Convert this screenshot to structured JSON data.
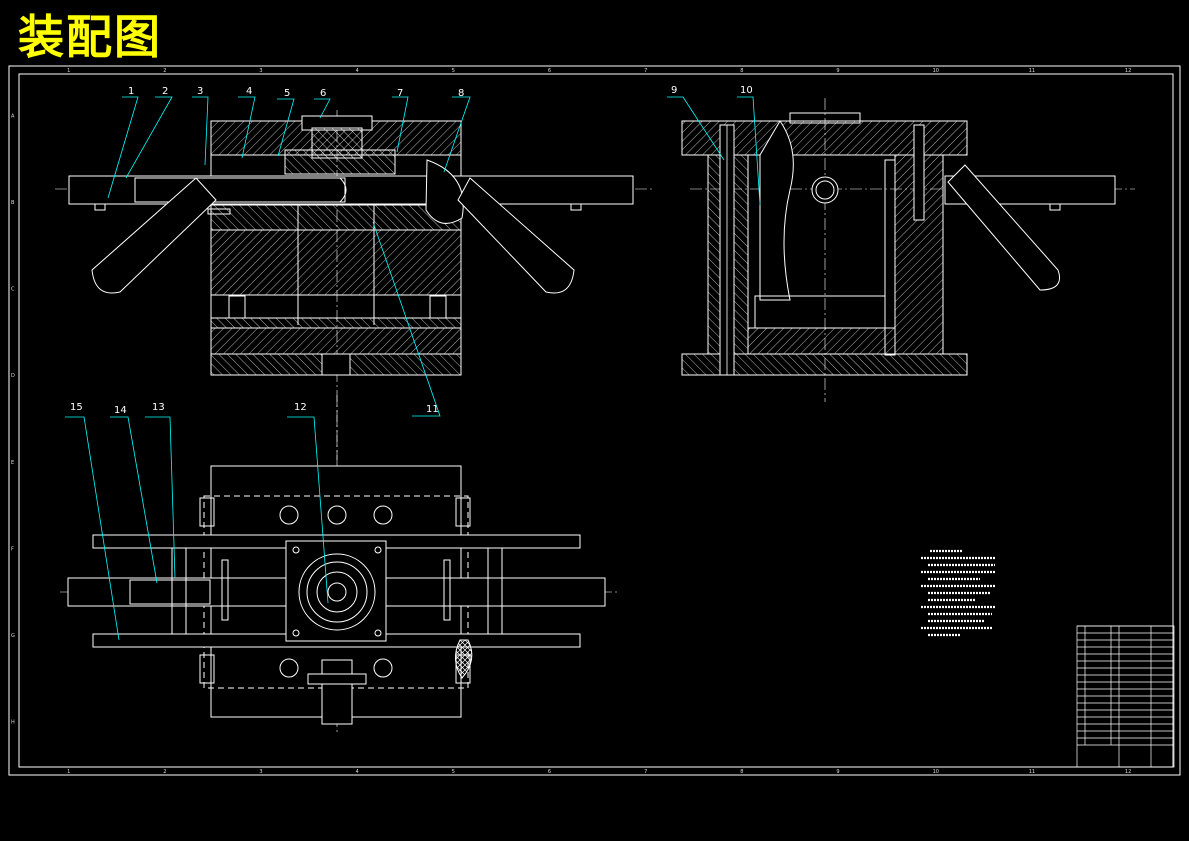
{
  "title": "装配图",
  "balloons": [
    "1",
    "2",
    "3",
    "4",
    "5",
    "6",
    "7",
    "8",
    "9",
    "10",
    "11",
    "12",
    "13",
    "14",
    "15"
  ],
  "grid_cols": [
    "1",
    "2",
    "3",
    "4",
    "5",
    "6",
    "7",
    "8",
    "9",
    "10",
    "11",
    "12"
  ],
  "grid_rows": [
    "A",
    "B",
    "C",
    "D",
    "E",
    "F",
    "G",
    "H"
  ],
  "colors": {
    "line": "#ffffff",
    "leader": "#00ffff",
    "title": "#ffff00",
    "background": "#000000"
  }
}
